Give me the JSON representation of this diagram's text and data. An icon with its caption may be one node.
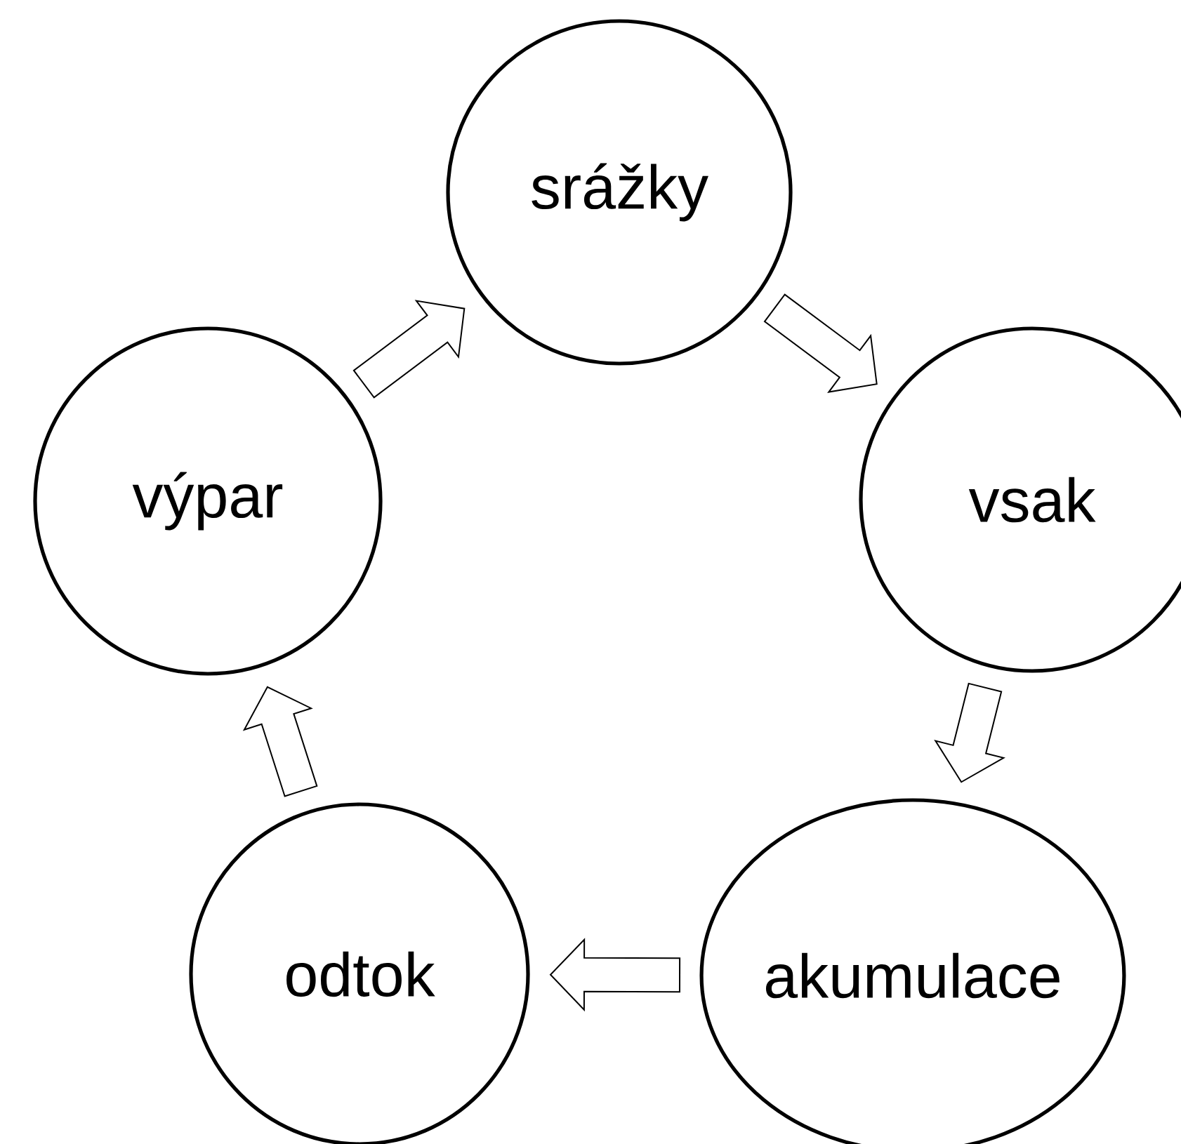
{
  "diagram": {
    "nodes": [
      {
        "text": [
          "srážky"
        ]
      },
      {
        "text": [
          "vsak"
        ]
      },
      {
        "text": [
          "akumulace"
        ]
      },
      {
        "text": [
          "odtok"
        ]
      },
      {
        "text": [
          "výpar"
        ]
      }
    ],
    "edges": [
      {
        "from": 0,
        "to": 1,
        "arrow": "to"
      },
      {
        "from": 1,
        "to": 2,
        "arrow": "to"
      },
      {
        "from": 2,
        "to": 3,
        "arrow": "to"
      },
      {
        "from": 3,
        "to": 4,
        "arrow": "to"
      },
      {
        "from": 4,
        "to": 0,
        "arrow": "to"
      }
    ]
  }
}
